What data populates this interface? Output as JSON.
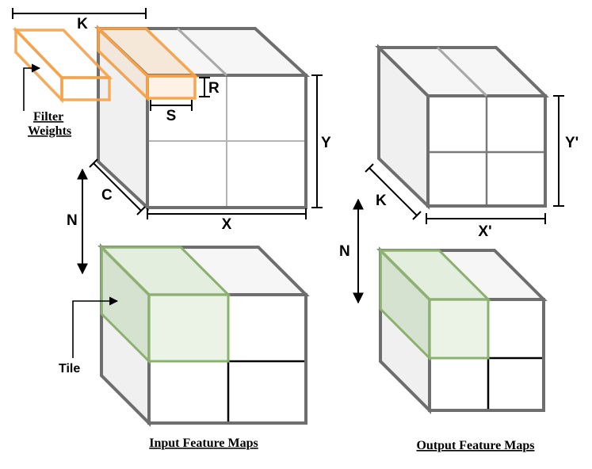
{
  "labels": {
    "K_top": "K",
    "R": "R",
    "S": "S",
    "Y": "Y",
    "C": "C",
    "X": "X",
    "N_left": "N",
    "Y_prime": "Y'",
    "K_right": "K",
    "X_prime": "X'",
    "N_right": "N",
    "filter_line1": "Filter",
    "filter_line2": "Weights",
    "tile": "Tile",
    "input_caption": "Input Feature Maps",
    "output_caption": "Output Feature Maps"
  },
  "colors": {
    "cube_edge": "#6e6e6e",
    "side_face": "#f0f0f0",
    "top_face": "#f6f6f6",
    "filter": "#f5a24a",
    "tile_fill": "#dcebd6",
    "tile_edge": "#8bb06f"
  }
}
